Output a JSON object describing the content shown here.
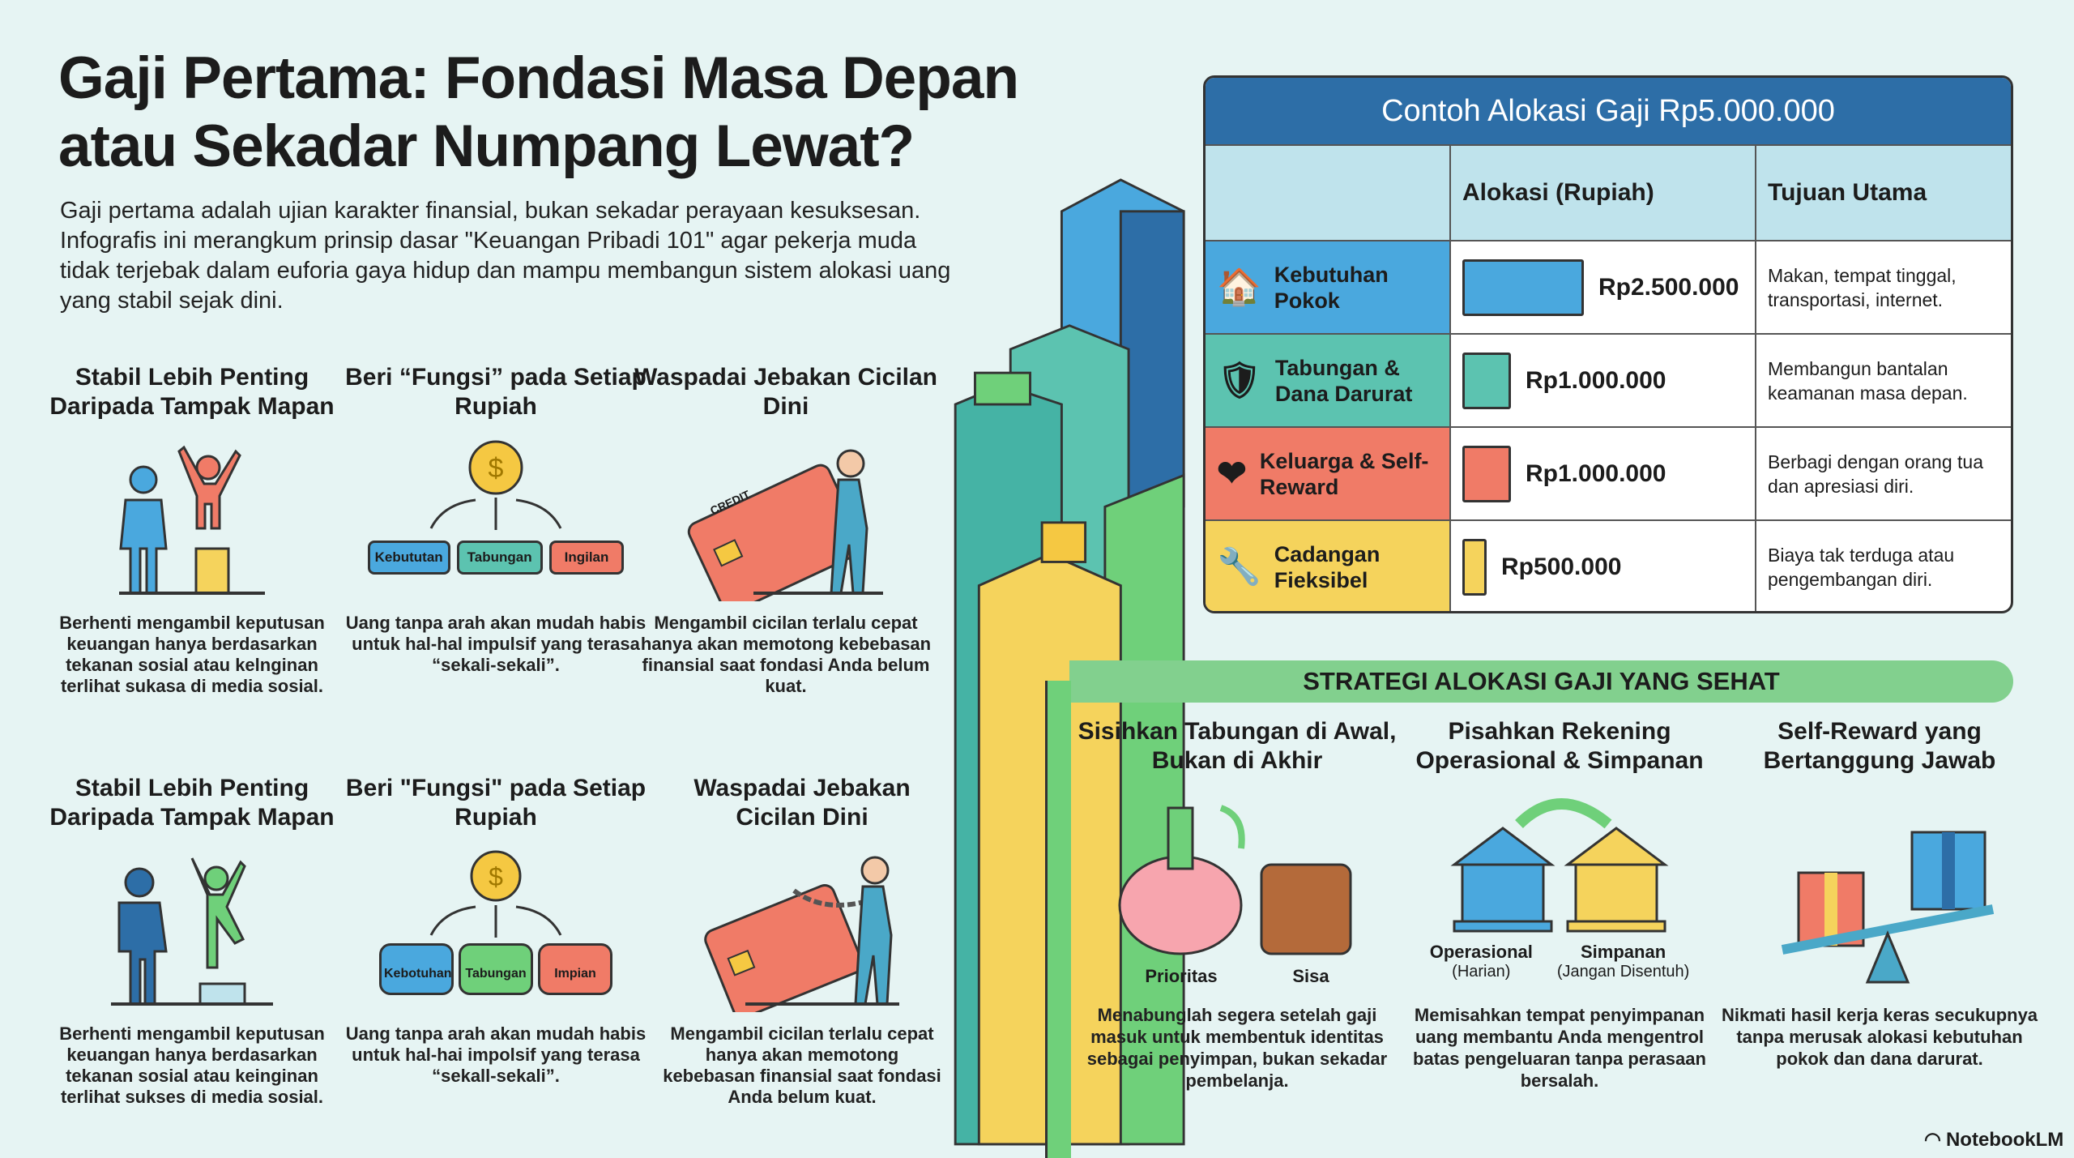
{
  "title": "Gaji Pertama: Fondasi Masa Depan atau Sekadar Numpang Lewat?",
  "intro": "Gaji pertama adalah ujian karakter finansial, bukan sekadar perayaan kesuksesan. Infografis ini merangkum prinsip dasar \"Keuangan Pribadi 101\" agar pekerja muda tidak terjebak dalam euforia gaya hidup dan mampu membangun sistem alokasi uang yang stabil sejak dini.",
  "principles_row1": [
    {
      "title": "Stabil Lebih Penting Daripada Tampak Mapan",
      "text": "Berhenti mengambil keputusan keuangan hanya berdasarkan tekanan sosial atau kelnginan terlihat sukasa di media sosial."
    },
    {
      "title": "Beri “Fungsi” pada Setiap Rupiah",
      "text": "Uang tanpa arah akan mudah habis untuk hal-hal impulsif yang terasa “sekali-sekali”.",
      "boxes": [
        "Kebututan",
        "Tabungan",
        "Ingilan"
      ]
    },
    {
      "title": "Waspadai Jebakan Cicilan Dini",
      "text": "Mengambil cicilan terlalu cepat hanya akan memotong kebebasan finansial saat fondasi Anda belum kuat.",
      "card_label": "CREDIT"
    }
  ],
  "principles_row2": [
    {
      "title": "Stabil Lebih Penting Daripada Tampak Mapan",
      "text": "Berhenti mengambil keputusan keuangan hanya berdasarkan tekanan sosial atau keinginan terlihat sukses di media sosial."
    },
    {
      "title": "Beri \"Fungsi\" pada Setiap Rupiah",
      "text": "Uang tanpa arah akan mudah habis untuk hal-hai impolsif yang terasa “sekall-sekali”.",
      "boxes": [
        "Kebotuhan",
        "Tabungan",
        "Impian"
      ]
    },
    {
      "title": "Waspadai Jebakan Cicilan Dini",
      "text": "Mengambil cicilan terlalu cepat hanya akan memotong kebebasan finansial saat fondasi Anda belum kuat."
    }
  ],
  "table": {
    "title": "Contoh Alokasi Gaji Rp5.000.000",
    "headers": [
      "",
      "Alokasi (Rupiah)",
      "Tujuan Utama"
    ],
    "rows": [
      {
        "category": "Kebutuhan Pokok",
        "amount": "Rp2.500.000",
        "purpose": "Makan, tempat tinggal, transportasi, internet.",
        "fraction": 0.5,
        "color": "#4aa8de",
        "icon": "house-icon"
      },
      {
        "category": "Tabungan & Dana Darurat",
        "amount": "Rp1.000.000",
        "purpose": "Membangun bantalan keamanan masa depan.",
        "fraction": 0.2,
        "color": "#5cc3b0",
        "icon": "shield-piggy-icon"
      },
      {
        "category": "Keluarga & Self-Reward",
        "amount": "Rp1.000.000",
        "purpose": "Berbagi dengan orang tua dan apresiasi diri.",
        "fraction": 0.2,
        "color": "#f07b67",
        "icon": "heart-hands-icon"
      },
      {
        "category": "Cadangan Fieksibel",
        "amount": "Rp500.000",
        "purpose": "Biaya tak terduga atau pengembangan diri.",
        "fraction": 0.1,
        "color": "#f5d35c",
        "icon": "tools-icon"
      }
    ]
  },
  "strategy": {
    "banner": "STRATEGI ALOKASI GAJI YANG SEHAT",
    "items": [
      {
        "title": "Sisihkan Tabungan di Awal, Bukan di Akhir",
        "labels": [
          "Prioritas",
          "Sisa"
        ],
        "text": "Menabunglah segera setelah gaji masuk untuk membentuk identitas sebagai penyimpan, bukan sekadar pembelanja."
      },
      {
        "title": "Pisahkan Rekening Operasional & Simpanan",
        "labels": [
          "Operasional",
          "Simpanan"
        ],
        "sublabels": [
          "(Harian)",
          "(Jangan Disentuh)"
        ],
        "text": "Memisahkan tempat penyimpanan uang membantu Anda mengentrol batas pengeluaran tanpa perasaan bersalah."
      },
      {
        "title": "Self-Reward yang Bertanggung Jawab",
        "text": "Nikmati hasil kerja keras secukupnya tanpa merusak alokasi kebutuhan pokok dan dana darurat."
      }
    ]
  },
  "brand": "NotebookLM"
}
